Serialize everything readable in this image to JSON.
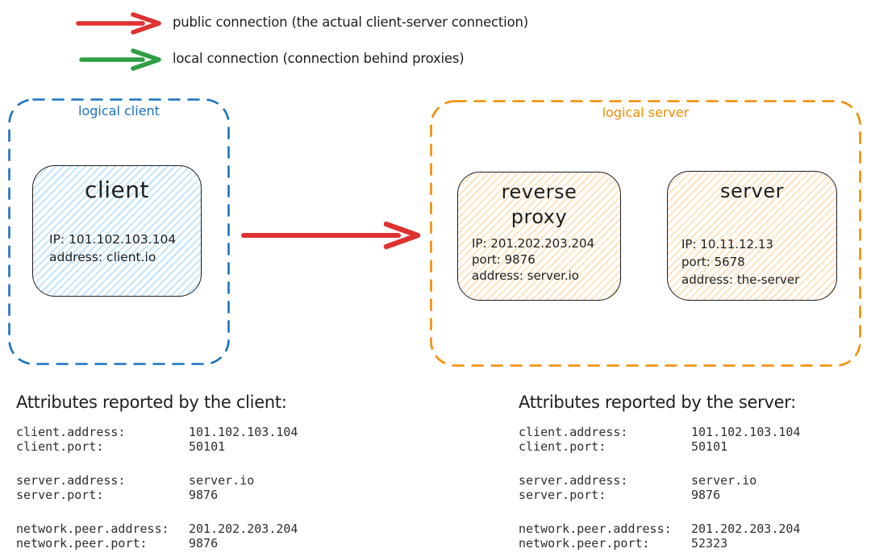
{
  "legend": {
    "public": {
      "label": "public connection (the actual client-server connection)",
      "color": "#e03131"
    },
    "local": {
      "label": "local connection (connection behind proxies)",
      "color": "#2f9e44"
    }
  },
  "groups": {
    "logical_client": {
      "label": "logical client",
      "color": "#1971c2"
    },
    "logical_server": {
      "label": "logical server",
      "color": "#f08c00"
    }
  },
  "nodes": {
    "client": {
      "title": "client",
      "lines": [
        "IP: 101.102.103.104",
        "address: client.io"
      ],
      "fill": "#a5d8ff"
    },
    "reverse_proxy": {
      "title_line1": "reverse",
      "title_line2": "proxy",
      "lines": [
        "IP: 201.202.203.204",
        "port: 9876",
        "address: server.io"
      ],
      "fill": "#ffd8a8"
    },
    "server": {
      "title": "server",
      "lines": [
        "IP: 10.11.12.13",
        "port: 5678",
        "address: the-server"
      ],
      "fill": "#ffd8a8"
    }
  },
  "connections": {
    "client_to_server": {
      "type": "public",
      "color": "#e03131"
    }
  },
  "tables": {
    "client": {
      "heading": "Attributes reported by the client:",
      "rows": [
        [
          "client.address:",
          "101.102.103.104"
        ],
        [
          "client.port:",
          "50101"
        ],
        [
          "server.address:",
          "server.io"
        ],
        [
          "server.port:",
          "9876"
        ],
        [
          "network.peer.address:",
          "201.202.203.204"
        ],
        [
          "network.peer.port:",
          "9876"
        ]
      ]
    },
    "server": {
      "heading": "Attributes reported by the server:",
      "rows": [
        [
          "client.address:",
          "101.102.103.104"
        ],
        [
          "client.port:",
          "50101"
        ],
        [
          "server.address:",
          "server.io"
        ],
        [
          "server.port:",
          "9876"
        ],
        [
          "network.peer.address:",
          "201.202.203.204"
        ],
        [
          "network.peer.port:",
          "52323"
        ]
      ]
    }
  },
  "colors": {
    "ink": "#1e1e1e",
    "mono_text": "#2e2e2e",
    "public_connection_red": "#e03131",
    "local_connection_green": "#2f9e44",
    "logical_client_blue": "#1971c2",
    "logical_server_orange": "#f08c00",
    "client_fill_blue": "#a5d8ff",
    "server_fill_orange": "#ffd8a8"
  }
}
